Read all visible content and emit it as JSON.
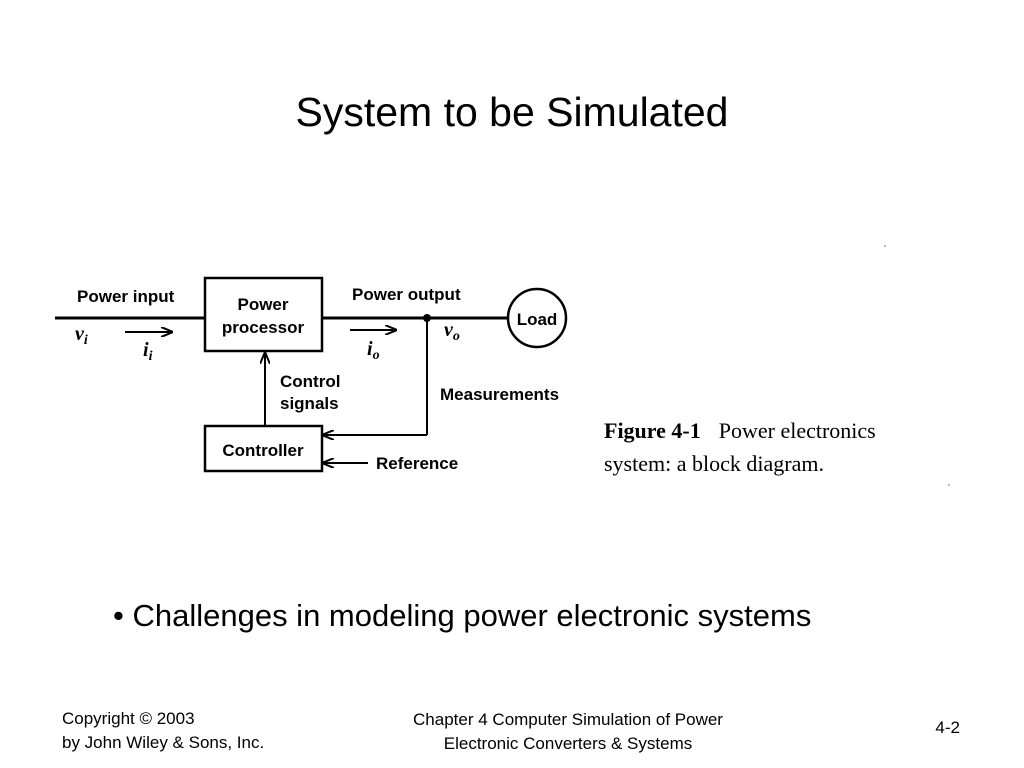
{
  "slide": {
    "title": "System to be Simulated",
    "bullet": "• Challenges in modeling power electronic systems"
  },
  "diagram": {
    "power_input_label": "Power input",
    "power_output_label": "Power output",
    "power_processor_line1": "Power",
    "power_processor_line2": "processor",
    "load_label": "Load",
    "controller_label": "Controller",
    "control_signals_line1": "Control",
    "control_signals_line2": "signals",
    "measurements_label": "Measurements",
    "reference_label": "Reference",
    "vi_main": "v",
    "vi_sub": "i",
    "ii_main": "i",
    "ii_sub": "i",
    "io_main": "i",
    "io_sub": "o",
    "vo_main": "v",
    "vo_sub": "o"
  },
  "caption": {
    "figure_number": "Figure 4-1",
    "line1": "Power electronics",
    "line2": "system: a block diagram."
  },
  "footer": {
    "copyright_line1": "Copyright © 2003",
    "copyright_line2": "by John Wiley & Sons, Inc.",
    "chapter_line1": "Chapter 4 Computer Simulation of Power",
    "chapter_line2": "Electronic Converters & Systems",
    "page_number": "4-2"
  }
}
